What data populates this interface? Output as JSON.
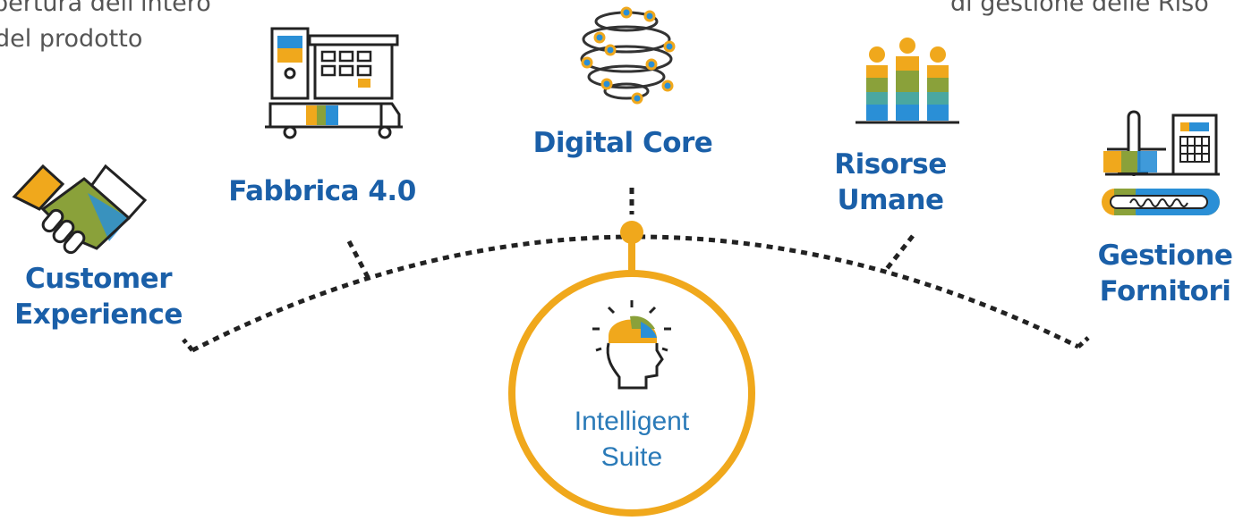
{
  "fragments": {
    "left_line1": "pertura dell'intero",
    "left_line2": "del prodotto",
    "right_line1": "di gestione delle Riso"
  },
  "nodes": [
    {
      "id": "customer",
      "line1": "Customer",
      "line2": "Experience",
      "icon": "handshake-icon"
    },
    {
      "id": "fabbrica",
      "line1": "Fabbrica 4.0",
      "line2": "",
      "icon": "factory-icon"
    },
    {
      "id": "digital",
      "line1": "Digital Core",
      "line2": "",
      "icon": "network-sphere-icon"
    },
    {
      "id": "risorse",
      "line1": "Risorse",
      "line2": "Umane",
      "icon": "people-icon"
    },
    {
      "id": "gestione",
      "line1": "Gestione",
      "line2": "Fornitori",
      "icon": "supplier-plane-icon"
    }
  ],
  "center": {
    "line1": "Intelligent",
    "line2": "Suite",
    "icon": "brain-head-icon"
  },
  "colors": {
    "label_blue": "#1a5fa8",
    "center_blue": "#2a7ab8",
    "gold": "#f0a81c",
    "teal": "#4aa7a0",
    "olive": "#8aa13a",
    "sky": "#2a8fd6",
    "dark": "#2b2b2b"
  }
}
